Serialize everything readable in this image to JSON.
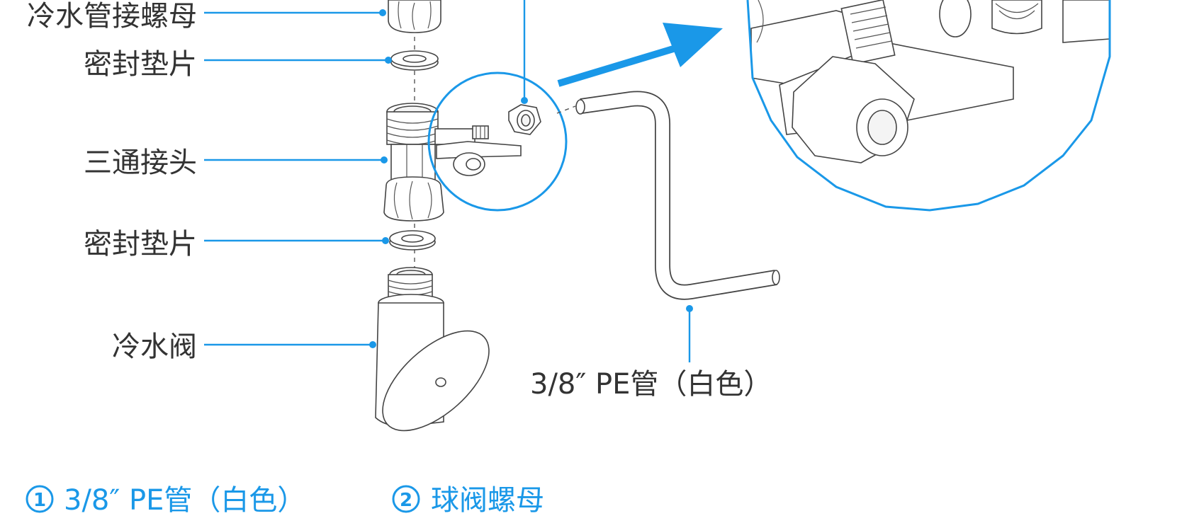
{
  "labels": {
    "nut": "冷水管接螺母",
    "gasket_top": "密封垫片",
    "tee": "三通接头",
    "gasket_bottom": "密封垫片",
    "valve": "冷水阀",
    "pe_pipe": "3/8″ PE管（白色）"
  },
  "legend": [
    {
      "number": "1",
      "text": "3/8″ PE管（白色）"
    },
    {
      "number": "2",
      "text": "球阀螺母"
    }
  ],
  "colors": {
    "accent": "#1a98e8",
    "line_art": "#444444",
    "label_text": "#333333"
  }
}
